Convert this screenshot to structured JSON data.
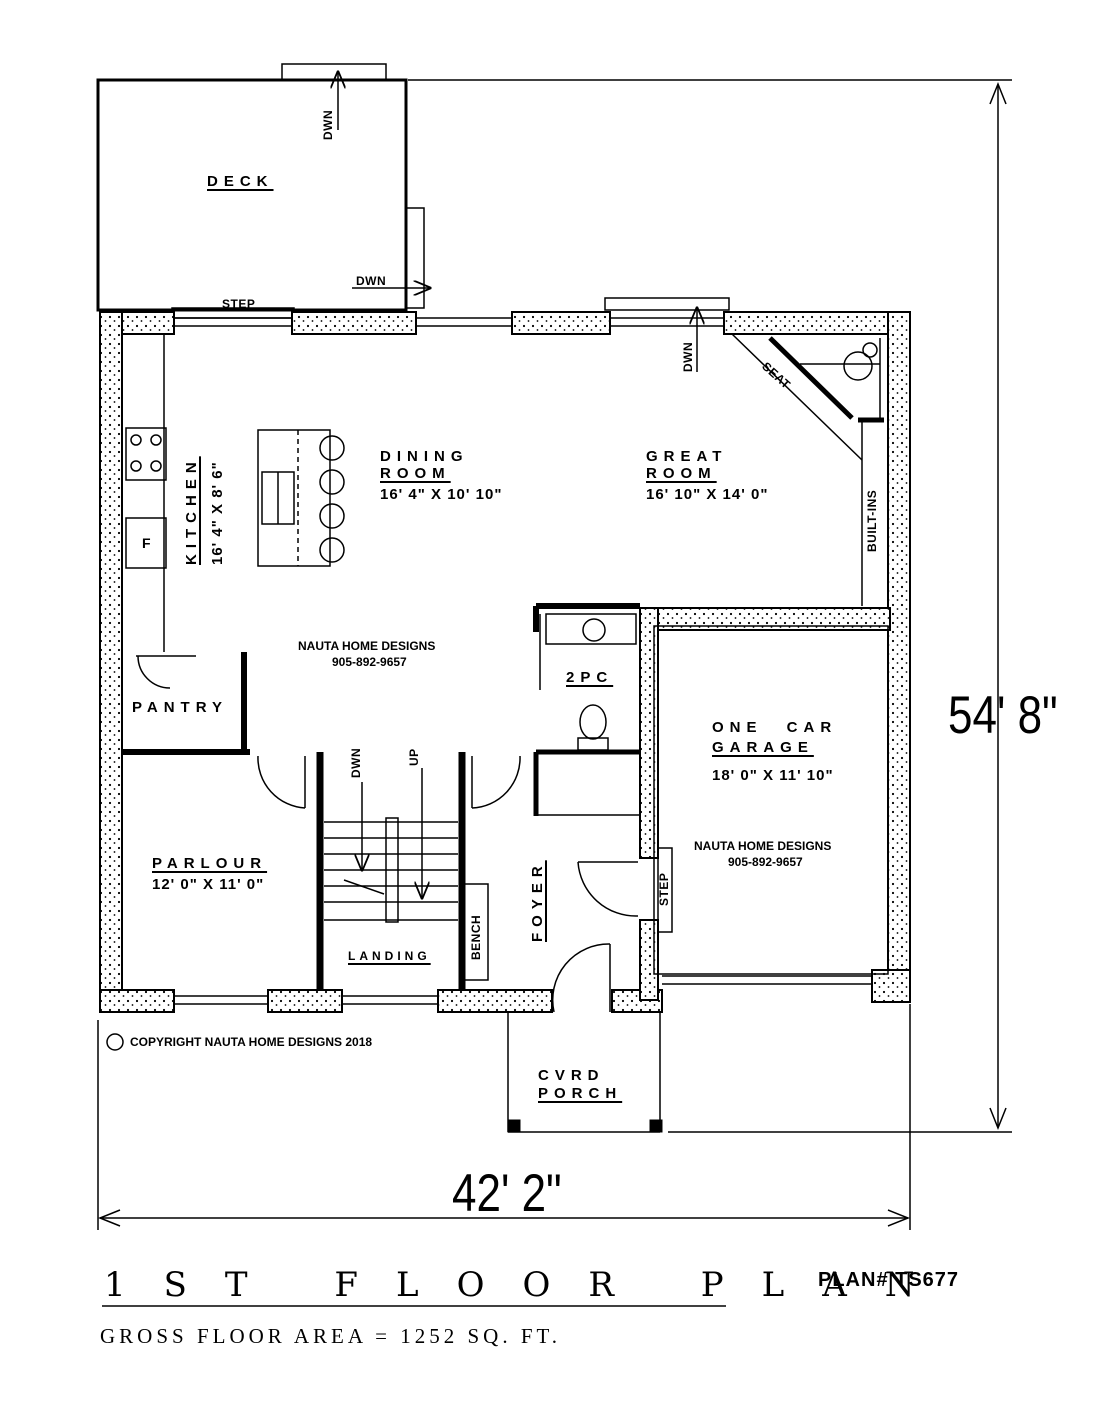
{
  "rooms": {
    "deck": "DECK",
    "kitchen": "KITCHEN",
    "kitchen_dim": "16' 4\" X 8' 6\"",
    "dining_line1": "DINING",
    "dining_line2": "ROOM",
    "dining_dim": "16' 4\" X 10' 10\"",
    "great_line1": "GREAT",
    "great_line2": "ROOM",
    "great_dim": "16' 10\" X 14' 0\"",
    "pantry": "PANTRY",
    "two_pc": "2PC",
    "garage_line1": "ONE CAR",
    "garage_line2": "GARAGE",
    "garage_dim": "18' 0\" X 11' 10\"",
    "parlour": "PARLOUR",
    "parlour_dim": "12' 0\" X 11' 0\"",
    "landing": "LANDING",
    "foyer": "FOYER",
    "porch_line1": "CVRD",
    "porch_line2": "PORCH"
  },
  "labels": {
    "dwn": "DWN",
    "up": "UP",
    "step": "STEP",
    "seat": "SEAT",
    "builtins": "BUILT-INS",
    "bench": "BENCH",
    "fridge": "F"
  },
  "watermark": {
    "company": "NAUTA HOME DESIGNS",
    "phone": "905-892-9657"
  },
  "copyright": "COPYRIGHT NAUTA HOME DESIGNS 2018",
  "dimensions": {
    "height": "54' 8\"",
    "width": "42' 2\""
  },
  "title": "1ST FLOOR PLAN",
  "plan_number": "PLAN# TS677",
  "gross_area": "GROSS FLOOR AREA = 1252 SQ. FT."
}
